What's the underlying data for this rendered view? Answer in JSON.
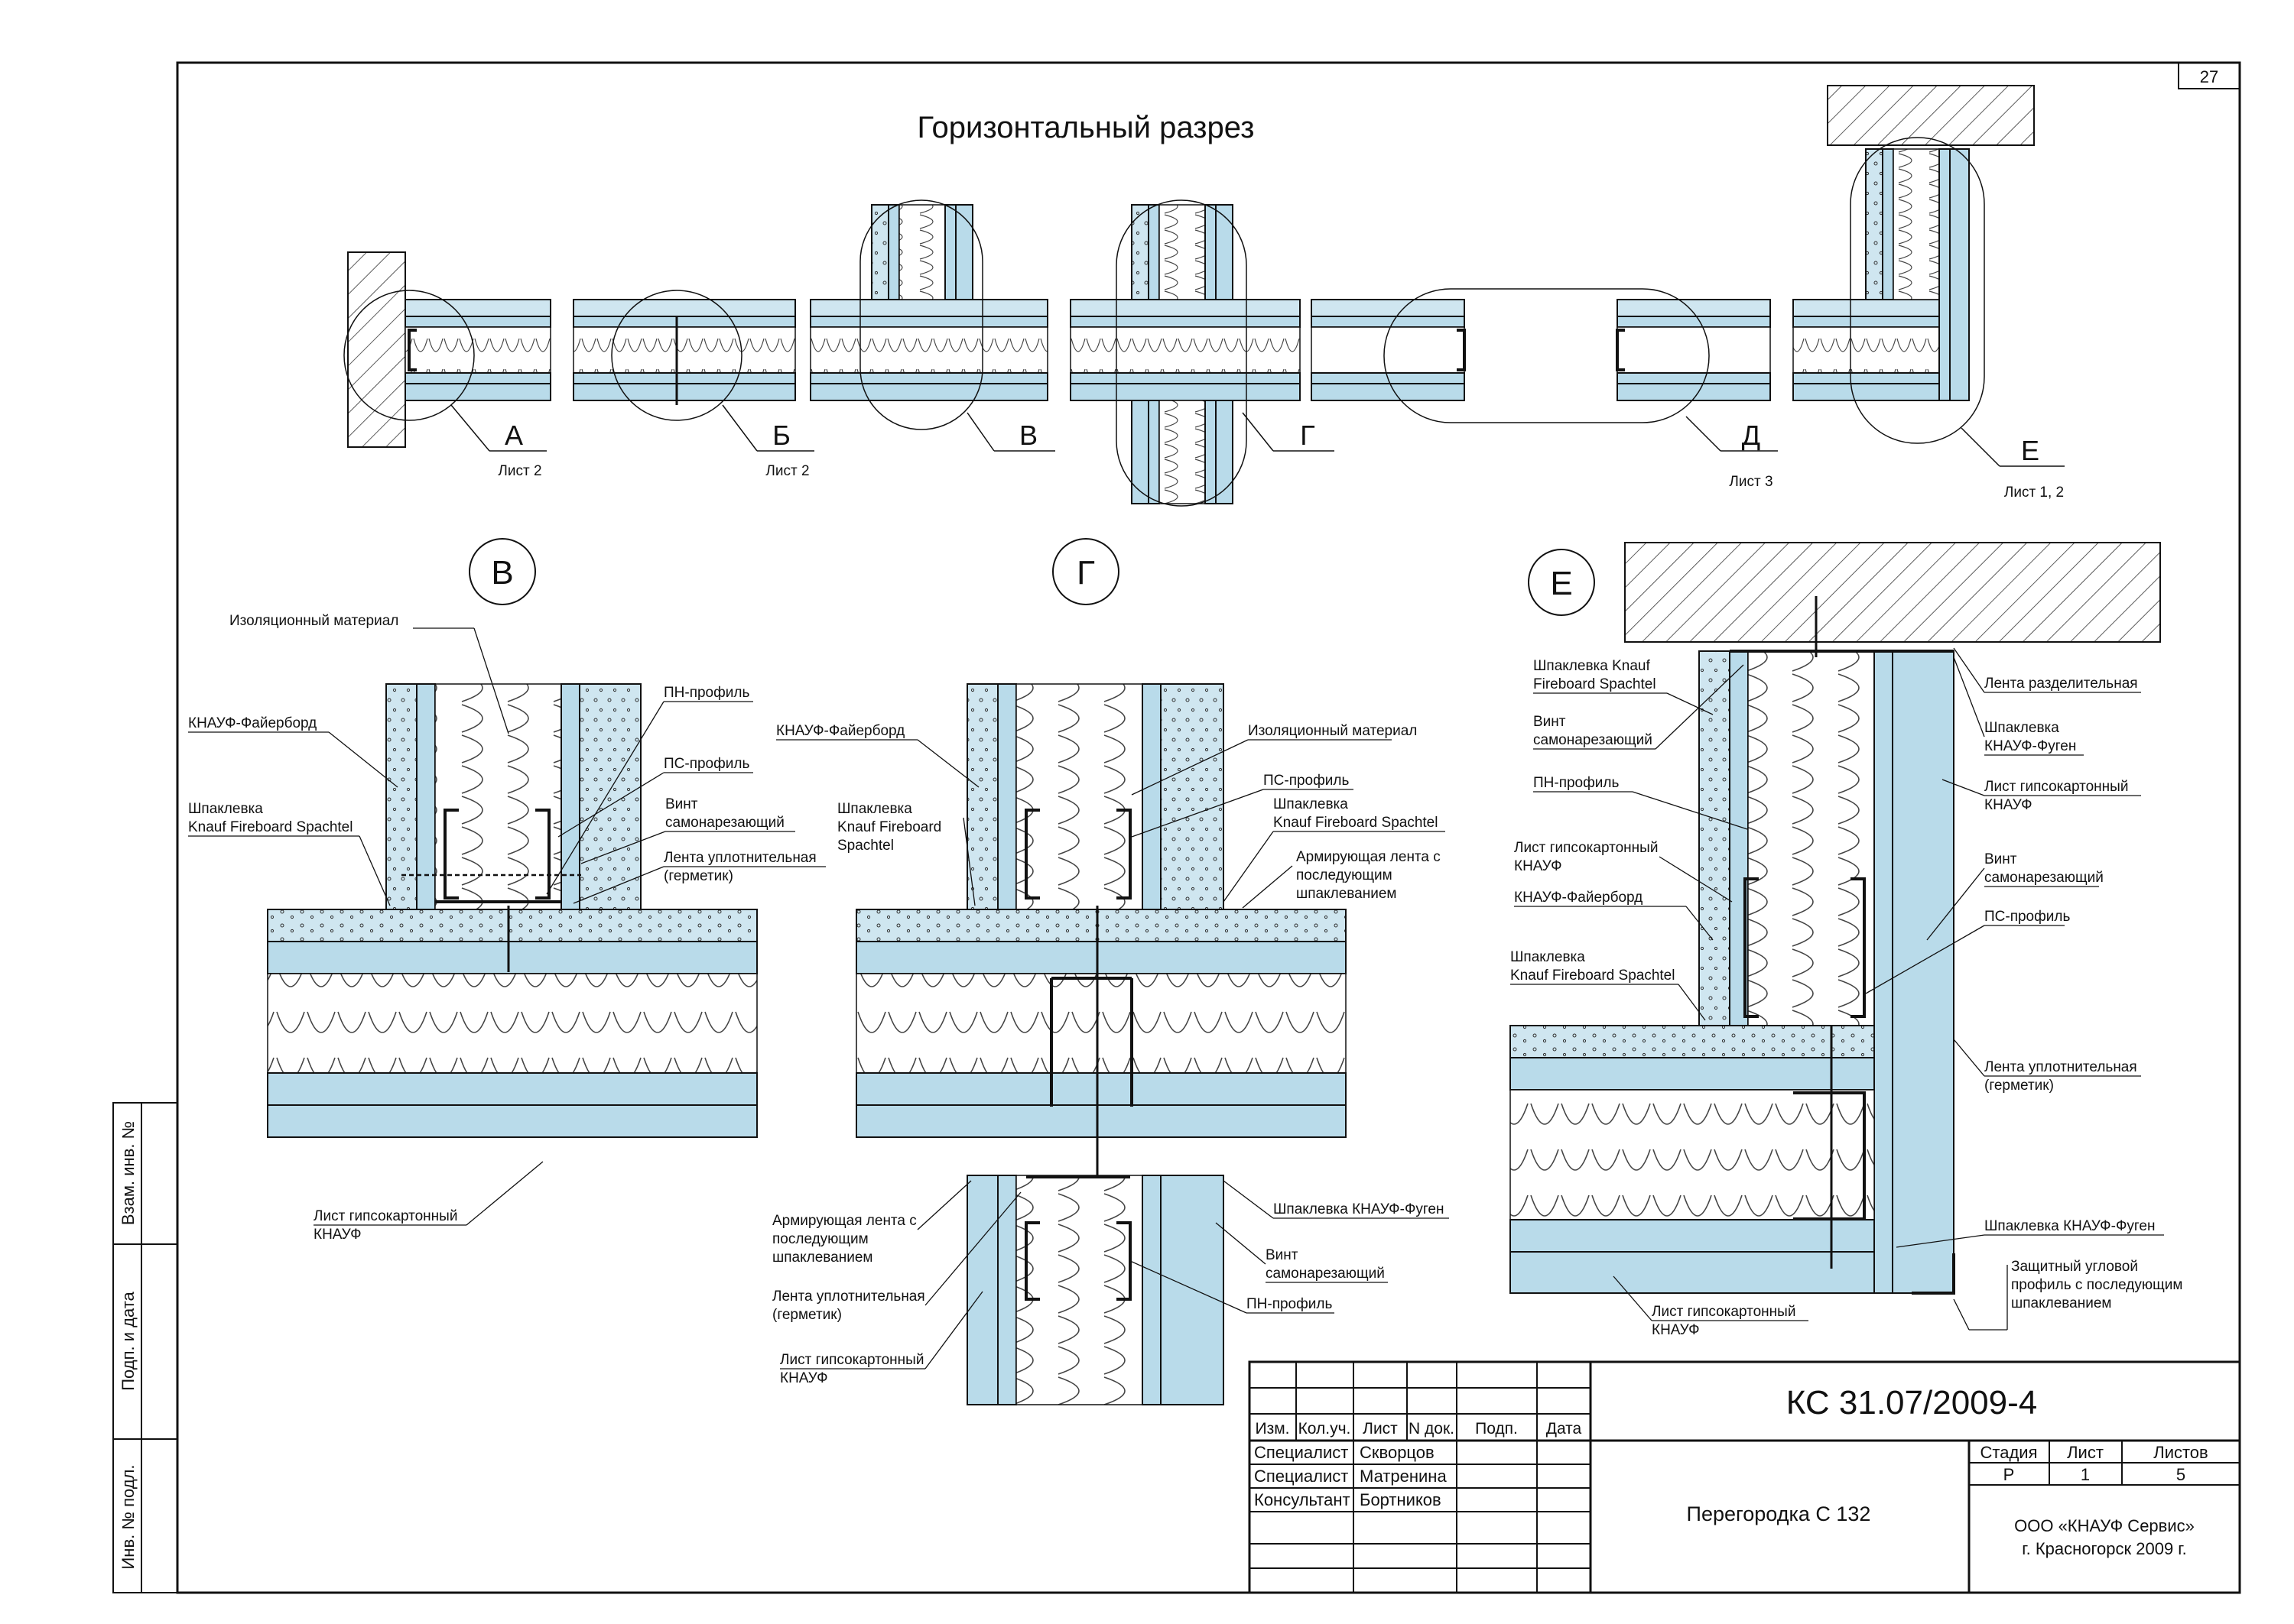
{
  "page_number": "27",
  "title": "Горизонтальный разрез",
  "overview_labels": [
    {
      "letter": "А",
      "sheet": "Лист 2"
    },
    {
      "letter": "Б",
      "sheet": "Лист 2"
    },
    {
      "letter": "В",
      "sheet": ""
    },
    {
      "letter": "Г",
      "sheet": ""
    },
    {
      "letter": "Д",
      "sheet": "Лист 3"
    },
    {
      "letter": "Е",
      "sheet": "Лист 1, 2"
    }
  ],
  "details": {
    "v": {
      "letter": "В",
      "labels": {
        "insulation": "Изоляционный материал",
        "fireboard": "КНАУФ-Файерборд",
        "pn_profile": "ПН-профиль",
        "ps_profile": "ПС-профиль",
        "putty_l1": "Шпаклевка",
        "putty_l2": "Knauf Fireboard Spachtel",
        "screw_l1": "Винт",
        "screw_l2": "самонарезающий",
        "tape_l1": "Лента уплотнительная",
        "tape_l2": "(герметик)",
        "gk_l1": "Лист гипсокартонный",
        "gk_l2": "КНАУФ"
      }
    },
    "g": {
      "letter": "Г",
      "labels": {
        "fireboard": "КНАУФ-Файерборд",
        "insulation": "Изоляционный материал",
        "ps_profile": "ПС-профиль",
        "putty_l1": "Шпаклевка",
        "putty_l2": "Knauf Fireboard",
        "putty_l3": "Spachtel",
        "putty2_l1": "Шпаклевка",
        "putty2_l2": "Knauf Fireboard Spachtel",
        "arm_l1": "Армирующая лента с",
        "arm_l2": "последующим",
        "arm_l3": "шпаклеванием",
        "arm2_l1": "Армирующая лента с",
        "arm2_l2": "последующим",
        "arm2_l3": "шпаклеванием",
        "fugen": "Шпаклевка КНАУФ-Фуген",
        "screw_l1": "Винт",
        "screw_l2": "самонарезающий",
        "tape_l1": "Лента уплотнительная",
        "tape_l2": "(герметик)",
        "pn_profile": "ПН-профиль",
        "gk_l1": "Лист гипсокартонный",
        "gk_l2": "КНАУФ"
      }
    },
    "e": {
      "letter": "Е",
      "labels": {
        "putty_top_l1": "Шпаклевка Knauf",
        "putty_top_l2": "Fireboard Spachtel",
        "screw_top_l1": "Винт",
        "screw_top_l2": "самонарезающий",
        "pn_profile": "ПН-профиль",
        "gk_left_l1": "Лист гипсокартонный",
        "gk_left_l2": "КНАУФ",
        "fireboard": "КНАУФ-Файерборд",
        "putty_mid_l1": "Шпаклевка",
        "putty_mid_l2": "Knauf Fireboard Spachtel",
        "sep_tape": "Лента разделительная",
        "fugen_top_l1": "Шпаклевка",
        "fugen_top_l2": "КНАУФ-Фуген",
        "gk_right_l1": "Лист гипсокартонный",
        "gk_right_l2": "КНАУФ",
        "screw_r_l1": "Винт",
        "screw_r_l2": "самонарезающий",
        "ps_profile": "ПС-профиль",
        "tape_l1": "Лента уплотнительная",
        "tape_l2": "(герметик)",
        "fugen": "Шпаклевка КНАУФ-Фуген",
        "corner_l1": "Защитный угловой",
        "corner_l2": "профиль с последующим",
        "corner_l3": "шпаклеванием",
        "gk_bot_l1": "Лист гипсокартонный",
        "gk_bot_l2": "КНАУФ"
      }
    }
  },
  "side_stamps": [
    "Взам. инв. №",
    "Подп. и дата",
    "Инв. № подл."
  ],
  "title_block": {
    "code": "КС 31.07/2009-4",
    "headers": [
      "Изм.",
      "Кол.уч.",
      "Лист",
      "N док.",
      "Подп.",
      "Дата"
    ],
    "people": [
      {
        "role": "Специалист",
        "name": "Скворцов"
      },
      {
        "role": "Специалист",
        "name": "Матренина"
      },
      {
        "role": "Консультант",
        "name": "Бортников"
      }
    ],
    "name": "Перегородка С 132",
    "stage_header": "Стадия",
    "sheet_header": "Лист",
    "sheets_header": "Листов",
    "stage": "Р",
    "sheet": "1",
    "sheets": "5",
    "org_l1": "ООО «КНАУФ Сервис»",
    "org_l2": "г. Красногорск 2009 г."
  }
}
